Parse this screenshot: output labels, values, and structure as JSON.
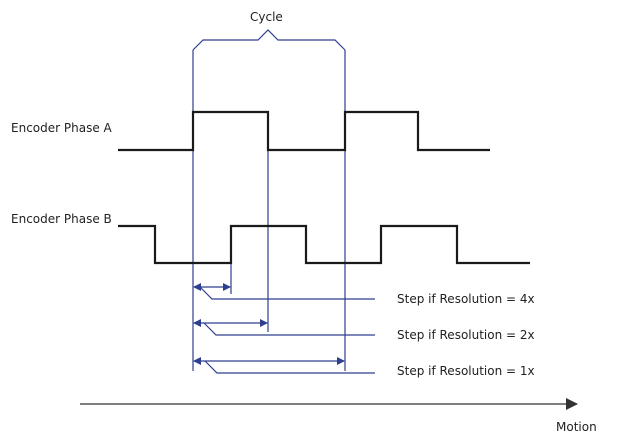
{
  "diagram": {
    "cycle_label": "Cycle",
    "phase_a_label": "Encoder Phase A",
    "phase_b_label": "Encoder Phase B",
    "steps": [
      {
        "label": "Step if Resolution = 4x"
      },
      {
        "label": "Step if Resolution = 2x"
      },
      {
        "label": "Step if Resolution = 1x"
      }
    ],
    "motion_label": "Motion"
  },
  "colors": {
    "signal": "#1a1a1a",
    "guide": "#2e3f8f",
    "axis": "#333333"
  }
}
